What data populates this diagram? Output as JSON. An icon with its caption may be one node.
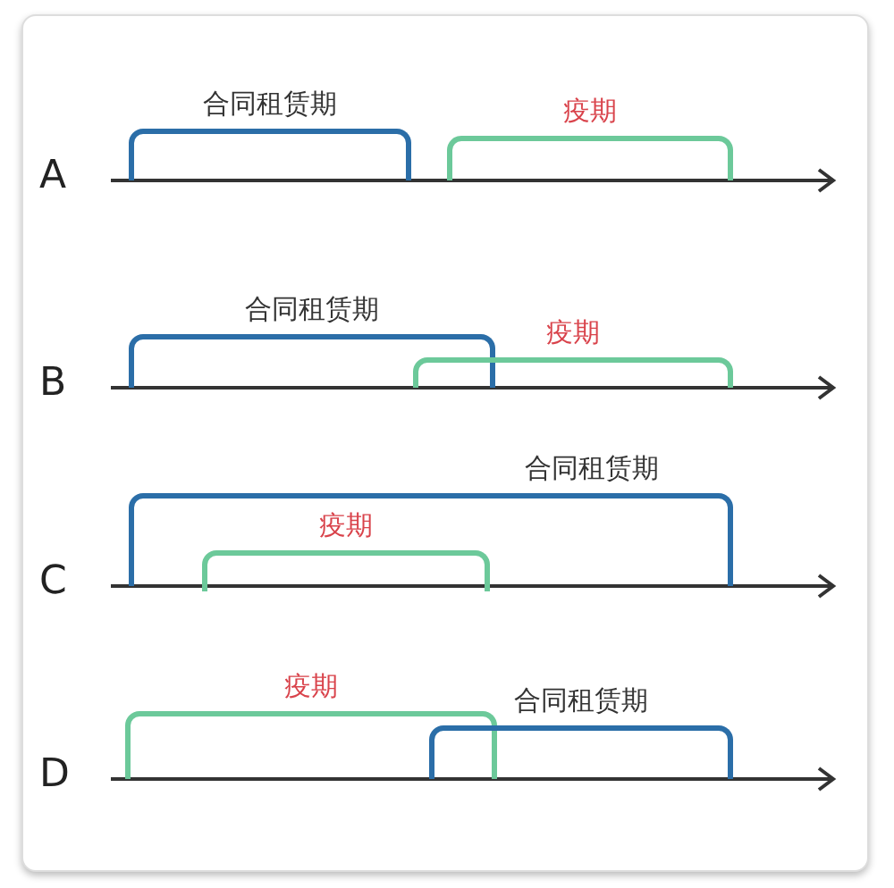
{
  "diagram": {
    "nodes": [
      {
        "text": [
          "合同租赁期"
        ]
      },
      {
        "text": [
          "疫期"
        ]
      },
      {
        "text": [
          "合同租赁期"
        ]
      },
      {
        "text": [
          "疫期"
        ]
      },
      {
        "text": [
          "合同租赁期"
        ]
      },
      {
        "text": [
          "疫期"
        ],
        "in": 4
      },
      {
        "text": [
          "疫期"
        ]
      },
      {
        "text": [
          "合同租赁期"
        ]
      }
    ],
    "labels": [
      "A",
      "B",
      "C",
      "D"
    ]
  }
}
